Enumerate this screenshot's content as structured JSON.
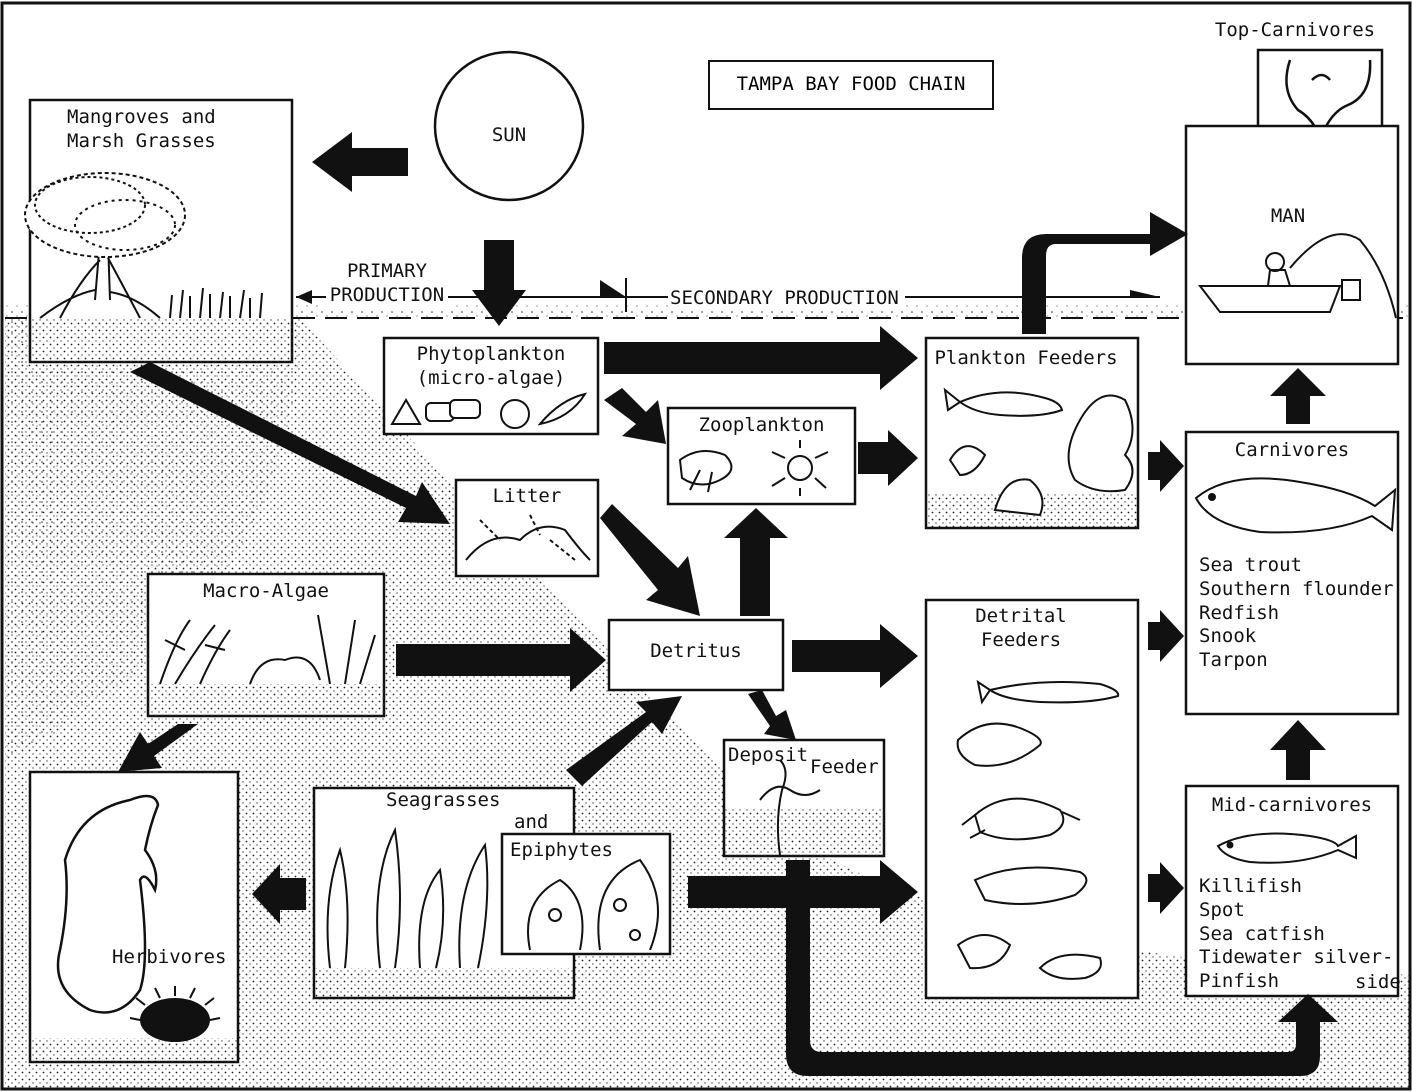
{
  "title": "TAMPA BAY FOOD CHAIN",
  "sun": "SUN",
  "labels": {
    "mangroves": "Mangroves and\nMarsh Grasses",
    "primary": "PRIMARY\nPRODUCTION",
    "secondary": "SECONDARY PRODUCTION",
    "phytoplankton": "Phytoplankton\n(micro-algae)",
    "zooplankton": "Zooplankton",
    "litter": "Litter",
    "macro_algae": "Macro-Algae",
    "detritus": "Detritus",
    "deposit": "Deposit",
    "feeder": "Feeder",
    "seagrasses": "Seagrasses",
    "and": "and",
    "epiphytes": "Epiphytes",
    "herbivores": "Herbivores",
    "plankton_feeders": "Plankton Feeders",
    "detrital_feeders": "Detrital\nFeeders",
    "top_carnivores": "Top-Carnivores",
    "man": "MAN",
    "carnivores": "Carnivores",
    "carnivores_list": "Sea trout\nSouthern flounder\nRedfish\nSnook\nTarpon",
    "mid_carnivores": "Mid-carnivores",
    "mid_list": "Killifish\nSpot\nSea catfish\nTidewater silver-\nPinfish",
    "mid_side": "side"
  },
  "icons": [
    "sun-circle",
    "mangrove-tree-icon",
    "algae-icon",
    "zooplankton-icon",
    "litter-icon",
    "manatee-icon",
    "sea-urchin-icon",
    "fish-icon",
    "oyster-icon",
    "crab-icon",
    "shrimp-icon",
    "boat-icon",
    "bird-icon",
    "worm-icon"
  ],
  "colors": {
    "ink": "#111111",
    "paper": "#ffffff"
  }
}
